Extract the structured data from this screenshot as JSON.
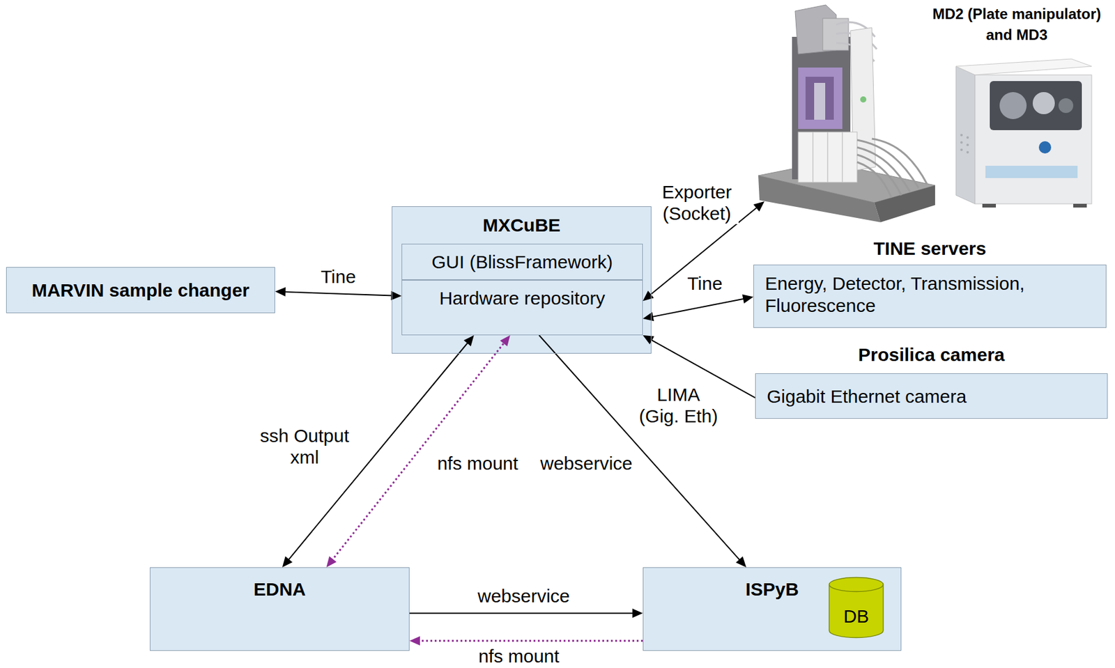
{
  "diagram": {
    "nodes": [
      {
        "text": [
          "MXCuBE"
        ]
      },
      {
        "text": [
          "GUI (BlissFramework)"
        ],
        "in": 0
      },
      {
        "text": [
          "Hardware repository"
        ],
        "in": 0
      },
      {
        "text": [
          "MARVIN sample changer"
        ]
      },
      {
        "text": [
          "MD2 (Plate manipulator) and MD3"
        ]
      },
      {
        "text": [
          "TINE servers",
          "Energy, Detector, Transmission, Fluorescence"
        ]
      },
      {
        "text": [
          "Prosilica camera",
          "Gigabit Ethernet camera"
        ]
      },
      {
        "text": [
          "EDNA"
        ]
      },
      {
        "text": [
          "ISPyB"
        ]
      },
      {
        "text": [
          "DB"
        ],
        "in": 8
      }
    ],
    "edges": [
      {
        "from": 3,
        "to": 2,
        "label": "Tine",
        "arrow": "both"
      },
      {
        "from": 2,
        "to": 4,
        "label": "Exporter (Socket)",
        "arrow": "both"
      },
      {
        "from": 2,
        "to": 5,
        "label": "Tine",
        "arrow": "both"
      },
      {
        "from": 6,
        "to": 2,
        "label": "LIMA (Gig. Eth)",
        "arrow": "to"
      },
      {
        "from": 2,
        "to": 7,
        "label": "ssh Output xml",
        "arrow": "both"
      },
      {
        "from": 7,
        "to": 2,
        "label": "nfs mount",
        "arrow": "both"
      },
      {
        "from": 2,
        "to": 8,
        "label": "webservice",
        "arrow": "to"
      },
      {
        "from": 7,
        "to": 8,
        "label": "webservice",
        "arrow": "to"
      },
      {
        "from": 8,
        "to": 7,
        "label": "nfs mount",
        "arrow": "to"
      }
    ]
  }
}
